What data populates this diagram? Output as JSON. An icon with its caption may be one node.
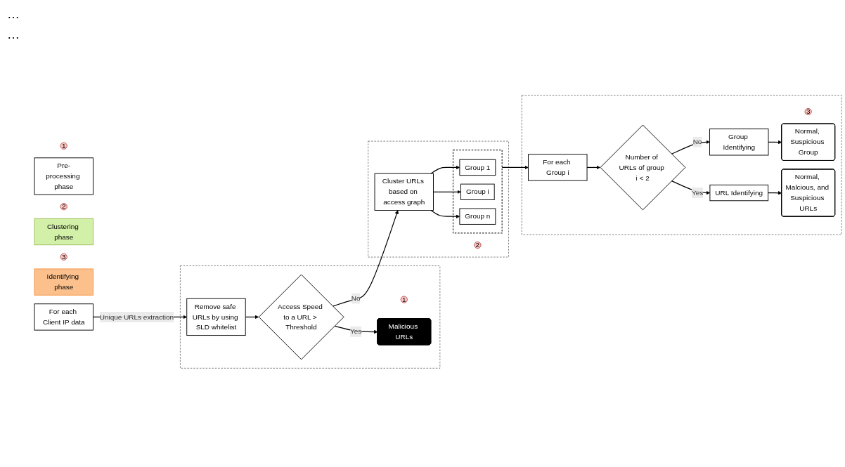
{
  "diagram": {
    "nodes": [
      {
        "text": [
          "1"
        ]
      },
      {
        "text": [
          "Pre-processing phase"
        ]
      },
      {
        "text": [
          "2"
        ]
      },
      {
        "text": [
          "Clustering phase"
        ]
      },
      {
        "text": [
          "3"
        ]
      },
      {
        "text": [
          "Identifying phase"
        ]
      },
      {
        "text": [
          "For each Client IP data"
        ]
      },
      {
        "text": [],
        "shape": "box"
      },
      {
        "text": [
          "1"
        ],
        "in": 7
      },
      {
        "text": [
          "Remove safe URLs by using SLD whitelist"
        ],
        "in": 7
      },
      {
        "text": [
          "Access Speed to a URL > Threshold"
        ],
        "in": 7
      },
      {
        "text": [
          "Malicious URLs"
        ],
        "in": 7
      },
      {
        "text": [],
        "shape": "box"
      },
      {
        "text": [
          "2"
        ],
        "in": 12
      },
      {
        "text": [
          "Cluster URLs based on access graph"
        ],
        "in": 12
      },
      {
        "text": [],
        "shape": "box",
        "in": 12
      },
      {
        "text": [
          "Group 1"
        ],
        "in": 15
      },
      {
        "text": [
          "Group i"
        ],
        "in": 15
      },
      {
        "text": [
          "Group n"
        ],
        "in": 15
      },
      {
        "text": [],
        "shape": "box"
      },
      {
        "text": [
          "3"
        ],
        "in": 19
      },
      {
        "text": [
          "For each Group i"
        ],
        "in": 19
      },
      {
        "text": [
          "Number of URLs of group i < 2"
        ],
        "in": 19
      },
      {
        "text": [
          "Group Identifying"
        ],
        "in": 19
      },
      {
        "text": [
          "URL Identifying"
        ],
        "in": 19
      },
      {
        "text": [
          "Normal, Suspicious Group"
        ],
        "in": 19
      },
      {
        "text": [
          "Normal, Malcious, and Suspicious URLs"
        ],
        "in": 19
      }
    ],
    "edges": [
      {
        "from": 6,
        "to": 9,
        "arrow": "to",
        "label": "Unique URLs extraction"
      },
      {
        "from": 9,
        "to": 10,
        "arrow": "to"
      },
      {
        "from": 10,
        "to": 11,
        "arrow": "to",
        "label": "Yes"
      },
      {
        "from": 10,
        "to": 14,
        "arrow": "to",
        "label": "No"
      },
      {
        "from": 14,
        "to": 16,
        "arrow": "to"
      },
      {
        "from": 14,
        "to": 17,
        "arrow": "to"
      },
      {
        "from": 14,
        "to": 18,
        "arrow": "to"
      },
      {
        "from": 15,
        "to": 21,
        "arrow": "to"
      },
      {
        "from": 21,
        "to": 22,
        "arrow": "to"
      },
      {
        "from": 22,
        "to": 23,
        "arrow": "to",
        "label": "No"
      },
      {
        "from": 22,
        "to": 24,
        "arrow": "to",
        "label": "Yes"
      },
      {
        "from": 23,
        "to": 25,
        "arrow": "to"
      },
      {
        "from": 24,
        "to": 26,
        "arrow": "to"
      }
    ],
    "labels": [
      "…",
      "…"
    ]
  }
}
